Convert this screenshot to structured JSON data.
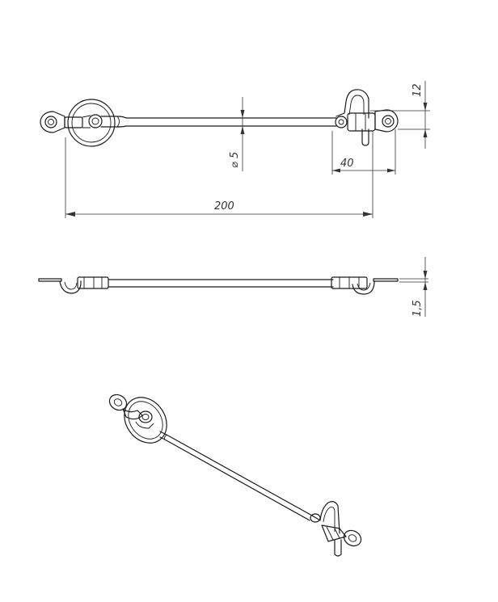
{
  "dimensions": {
    "overall_length": "200",
    "hook_offset": "40",
    "hook_height": "12",
    "rod_diameter": "⌀ 5",
    "plate_thickness": "1,5"
  }
}
